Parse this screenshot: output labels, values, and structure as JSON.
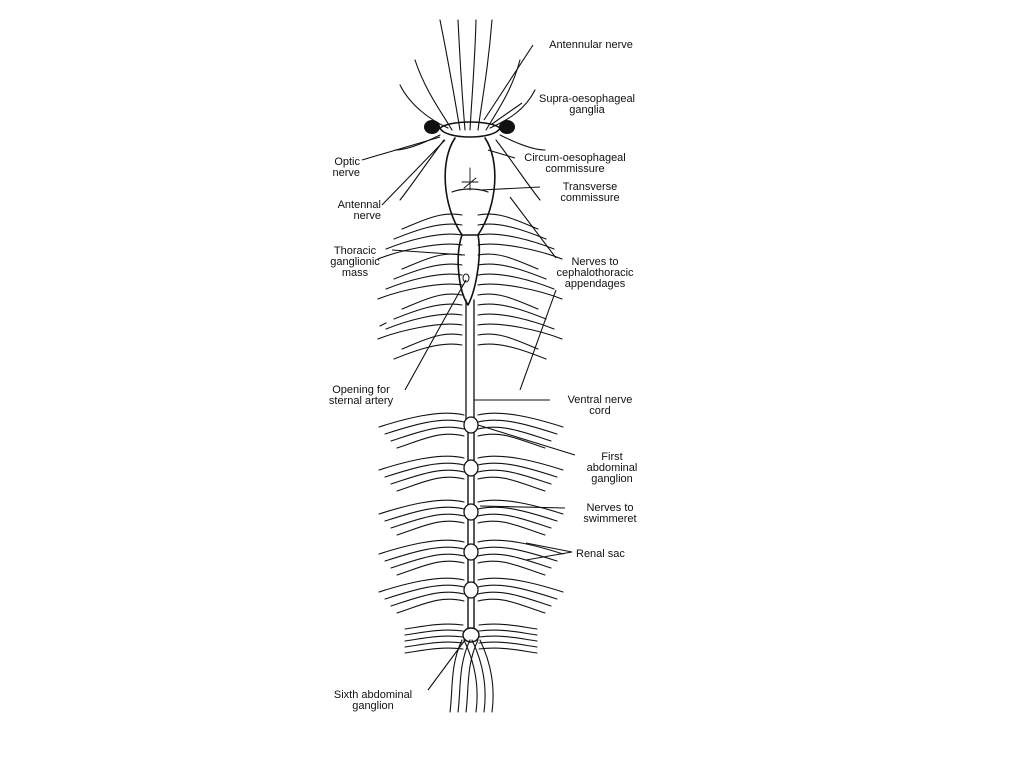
{
  "diagram": {
    "labels": {
      "antennular_nerve": "Antennular nerve",
      "supra_oesophageal_ganglia": "Supra-oesophageal\nganglia",
      "optic_nerve": "Optic\nnerve",
      "circum_oesophageal_commissure": "Circum-oesophageal\ncommissure",
      "transverse_commissure": "Transverse\ncommissure",
      "antennal_nerve": "Antennal\nnerve",
      "thoracic_ganglionic_mass": "Thoracic\nganglionic\nmass",
      "nerves_to_cephalothoracic_appendages": "Nerves to\ncephalothoracic\nappendages",
      "opening_for_sternal_artery": "Opening for\nsternal artery",
      "ventral_nerve_cord": "Ventral nerve\ncord",
      "first_abdominal_ganglion": "First\nabdominal\nganglion",
      "nerves_to_swimmeret": "Nerves to\nswimmeret",
      "renal_sac": "Renal sac",
      "sixth_abdominal_ganglion": "Sixth abdominal\nganglion"
    }
  }
}
